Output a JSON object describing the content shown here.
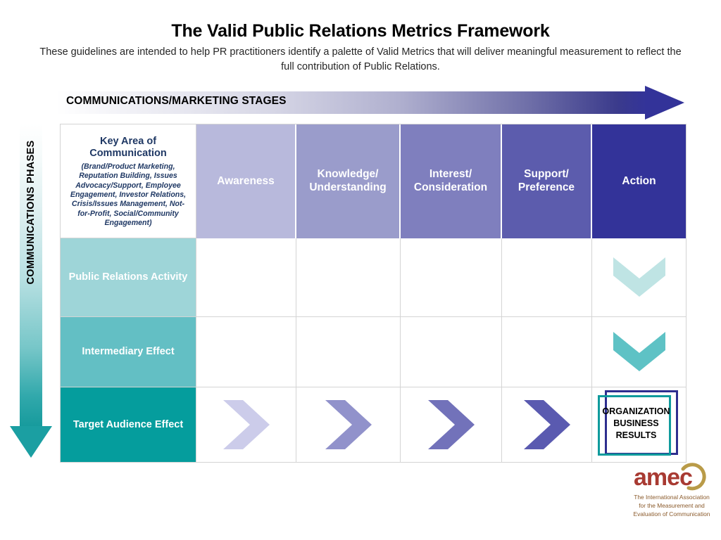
{
  "header": {
    "title": "The Valid Public Relations Metrics Framework",
    "subtitle": "These guidelines are intended to help PR practitioners identify a palette of Valid Metrics that will deliver meaningful measurement to reflect the full contribution of Public Relations."
  },
  "axes": {
    "horizontal_label": "COMMUNICATIONS/MARKETING STAGES",
    "vertical_label": "COMMUNICATIONS PHASES"
  },
  "key_area": {
    "title": "Key Area of Communication",
    "detail": "(Brand/Product Marketing, Reputation Building, Issues Advocacy/Support, Employee Engagement, Investor Relations, Crisis/Issues Management, Not-for-Profit, Social/Community Engagement)"
  },
  "columns": [
    {
      "label": "Awareness",
      "color": "#b8b9dc"
    },
    {
      "label": "Knowledge/ Understanding",
      "color": "#9a9ccb"
    },
    {
      "label": "Interest/ Consideration",
      "color": "#7f7fbe"
    },
    {
      "label": "Support/ Preference",
      "color": "#5c5cad"
    },
    {
      "label": "Action",
      "color": "#333399"
    }
  ],
  "rows": [
    {
      "label": "Public Relations Activity",
      "color": "#9ed5d8"
    },
    {
      "label": "Intermediary Effect",
      "color": "#63bfc4"
    },
    {
      "label": "Target Audience Effect",
      "color": "#059d9d"
    }
  ],
  "down_chevrons": [
    {
      "color": "#bfe4e4"
    },
    {
      "color": "#5ec2c5"
    }
  ],
  "right_chevrons": [
    {
      "color": "#ccccea"
    },
    {
      "color": "#9192cb"
    },
    {
      "color": "#7272ba"
    },
    {
      "color": "#5a5ab0"
    }
  ],
  "results": {
    "line1": "ORGANIZATION",
    "line2": "BUSINESS",
    "line3": "RESULTS",
    "outer_border_color": "#2e2e8f",
    "inner_border_color": "#0f9a9c"
  },
  "logo": {
    "wordmark": "amec",
    "tagline": "The International Association for the Measurement and Evaluation of Communication",
    "word_color": "#a83a32",
    "arc_color": "#b99b48"
  }
}
